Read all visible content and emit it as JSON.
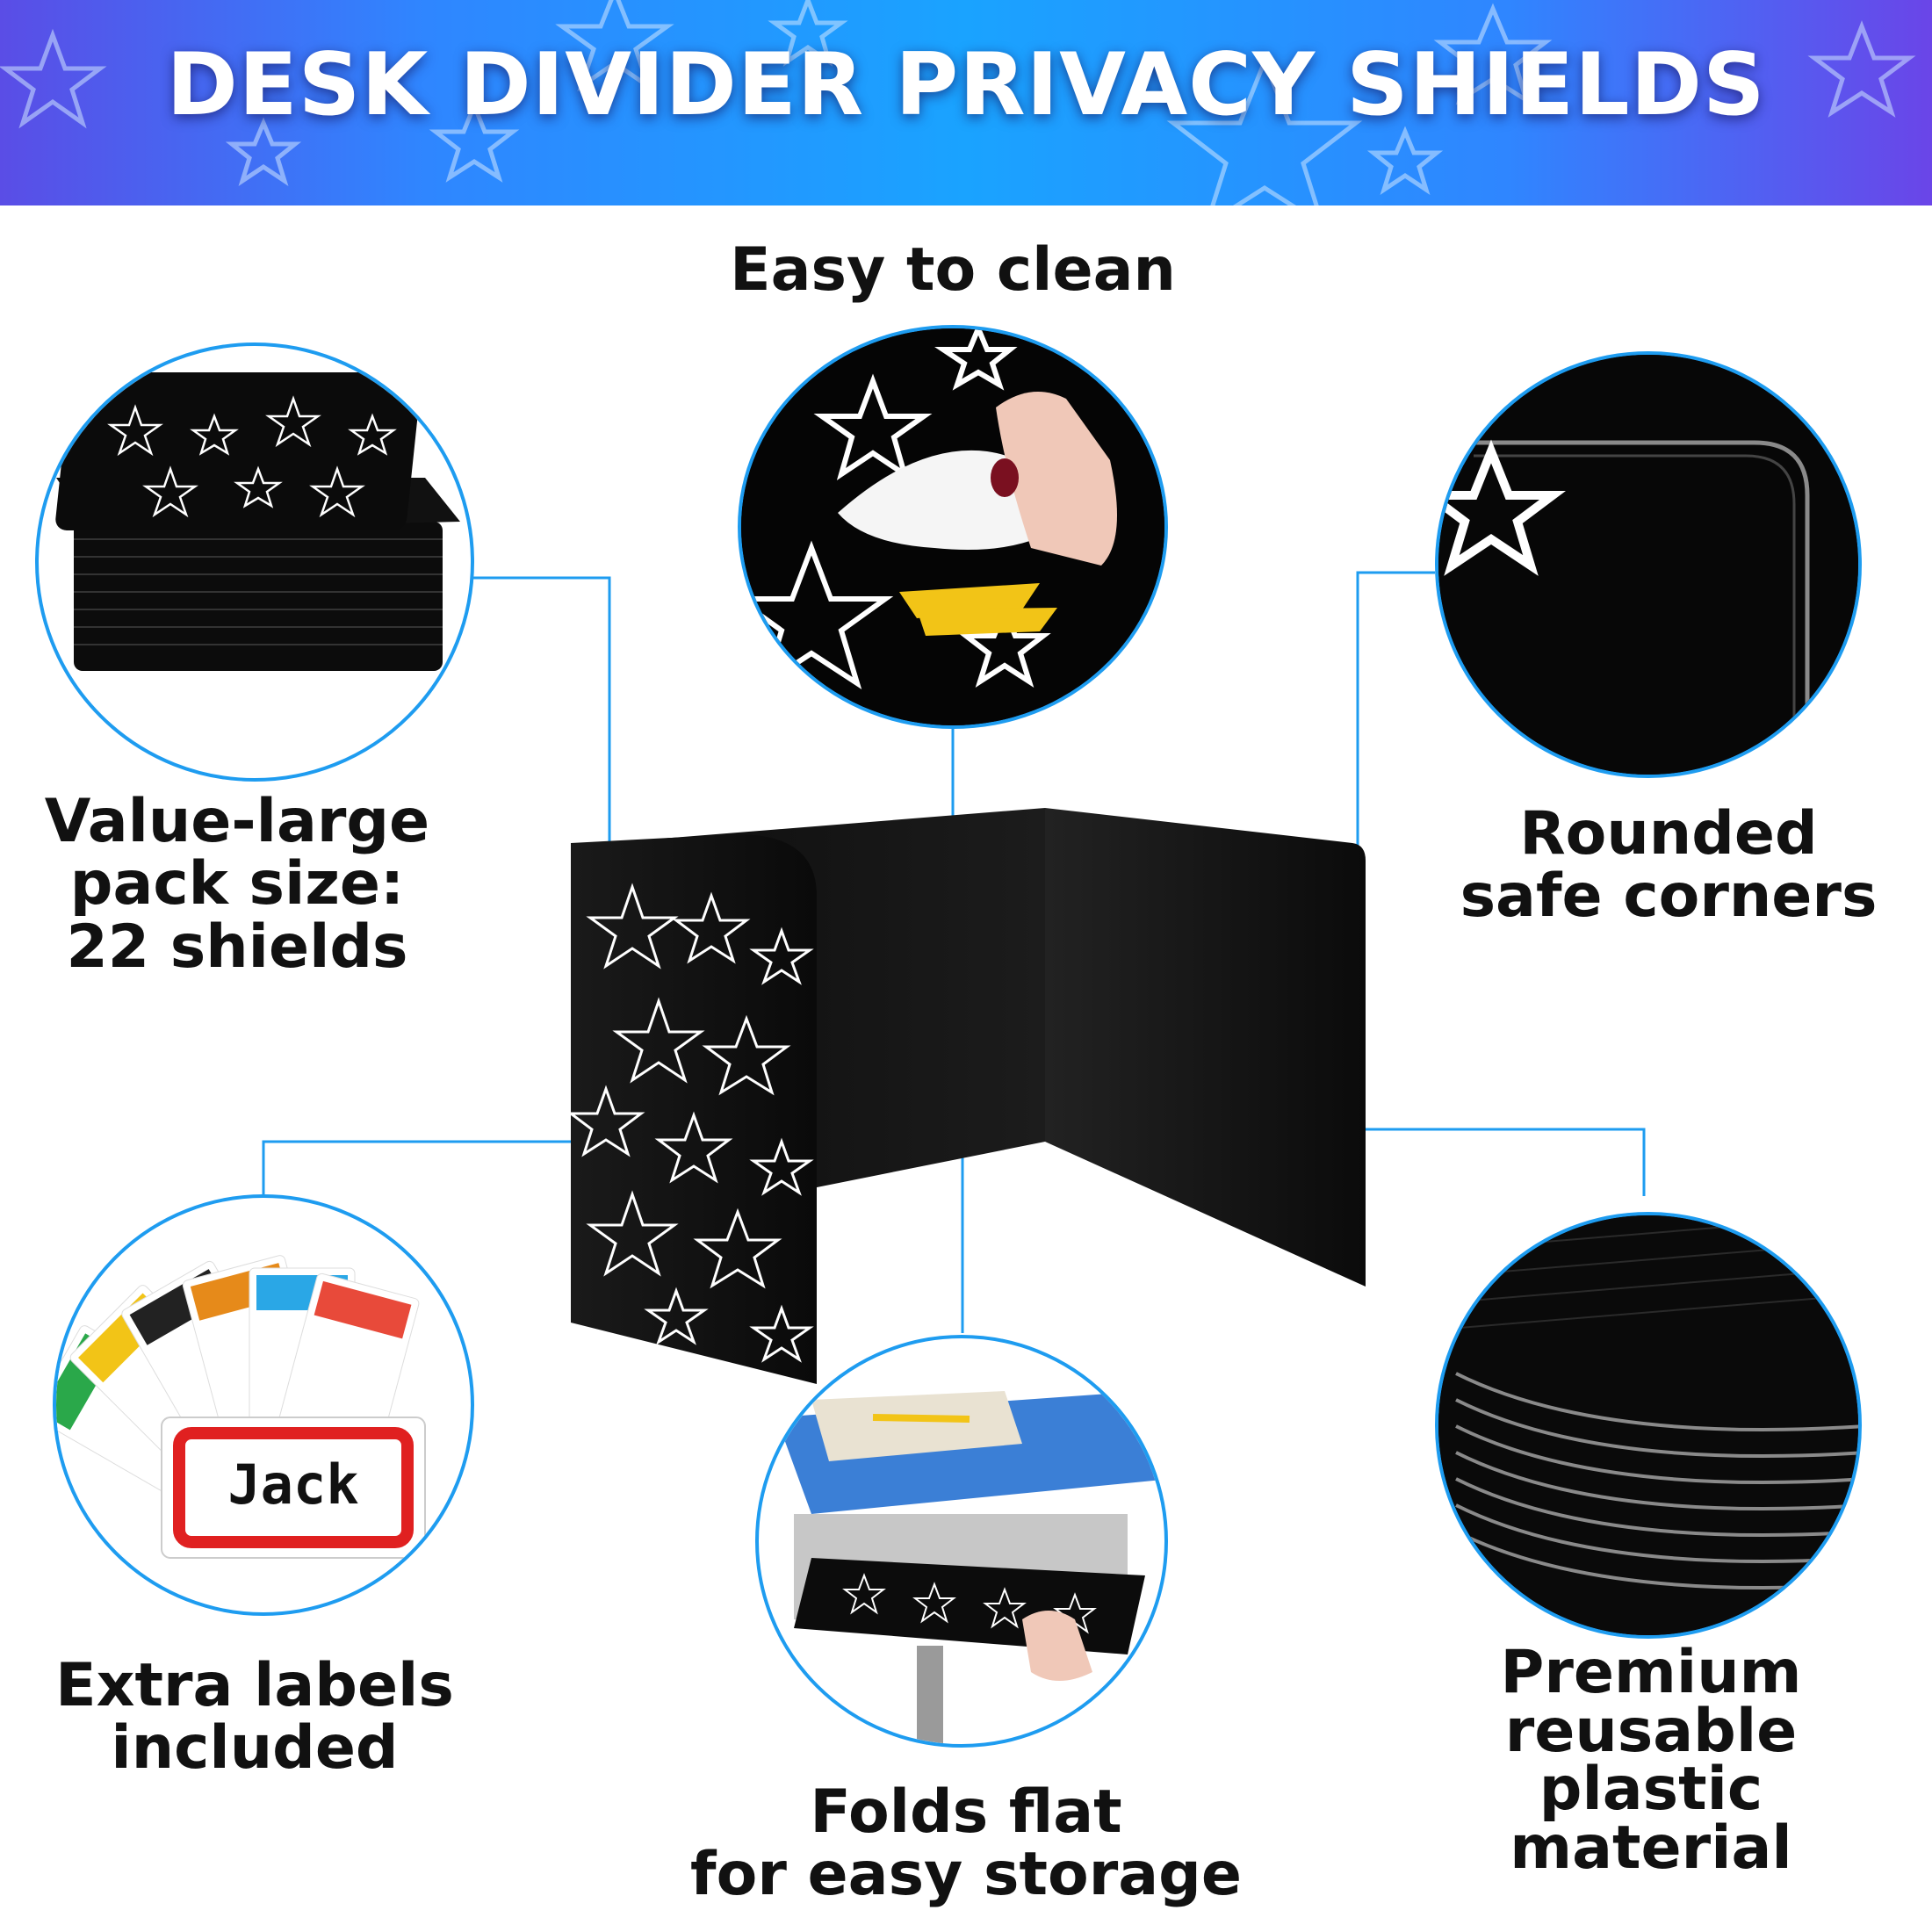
{
  "banner": {
    "title": "DESK DIVIDER PRIVACY SHIELDS"
  },
  "features": {
    "pack_size": {
      "line1": "Value-large",
      "line2": "pack size:",
      "line3": "22 shields"
    },
    "clean": {
      "line1": "Easy to clean"
    },
    "corners": {
      "line1": "Rounded",
      "line2": "safe corners"
    },
    "labels": {
      "line1": "Extra labels",
      "line2": "included",
      "sample_name": "Jack"
    },
    "fold": {
      "line1": "Folds flat",
      "line2": "for easy storage"
    },
    "material": {
      "line1": "Premium",
      "line2": "reusable",
      "line3": "plastic",
      "line4": "material"
    }
  },
  "colors": {
    "accent": "#1e9cf0",
    "shield": "#0b0b0b",
    "text": "#111111",
    "banner_start": "#5a4de6",
    "banner_mid": "#1aa3ff"
  }
}
